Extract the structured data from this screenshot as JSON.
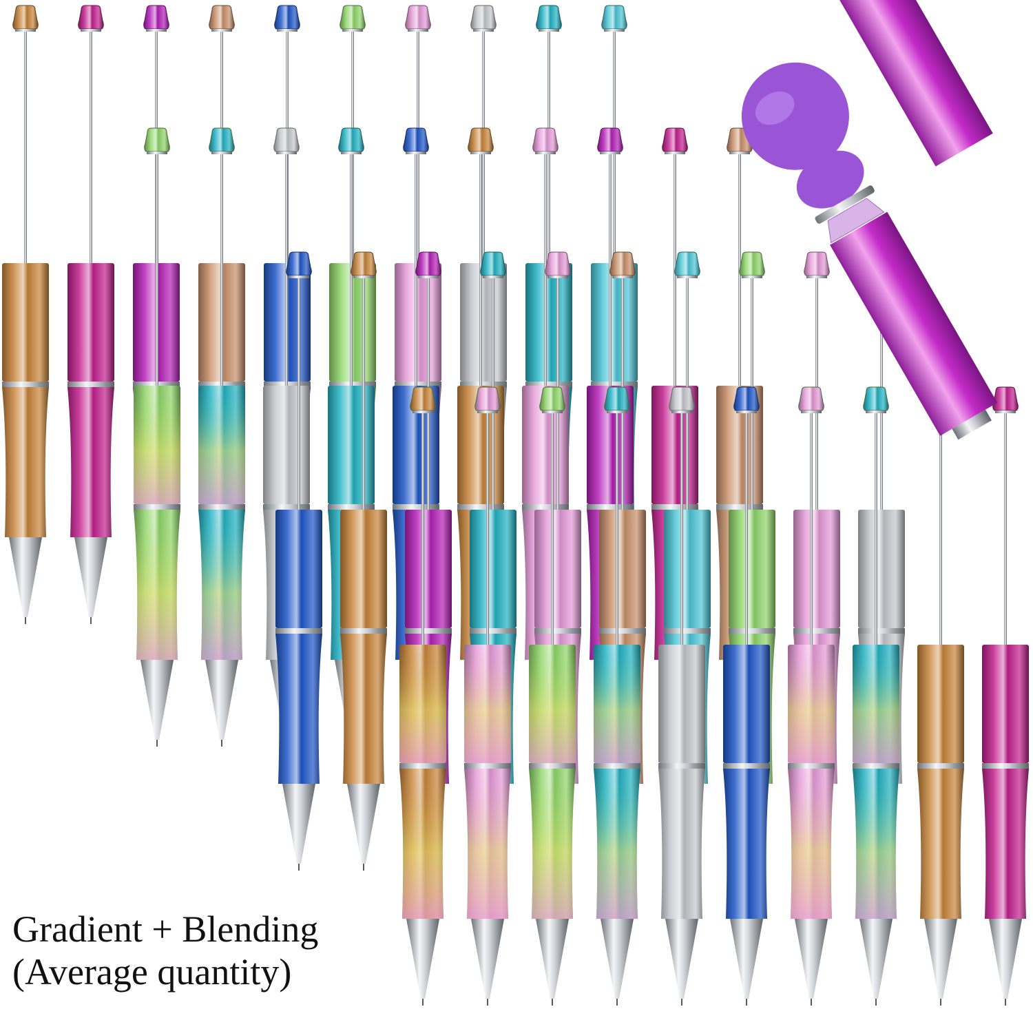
{
  "caption": {
    "line1": "Gradient + Blending",
    "line2": "(Average quantity)"
  },
  "colors": {
    "gold": "#c8843a",
    "magenta": "#c2208e",
    "purple": "#b51fb8",
    "rosegold": "#c9906a",
    "blue": "#1f57c9",
    "green": "#8fd66a",
    "pink": "#e59ad8",
    "silver": "#c4c7cc",
    "teal": "#22b3c4",
    "cyan": "#4cc6d6",
    "grad_a": "#8fd66a",
    "grad_b": "#e8e070",
    "grad_c": "#e5a0c8"
  },
  "rows": [
    [
      "gold",
      "magenta",
      "purple",
      "rosegold",
      "blue",
      "green",
      "pink",
      "silver",
      "teal",
      "cyan"
    ],
    [
      "grad_green",
      "grad_teal",
      "silver",
      "teal",
      "blue",
      "gold",
      "pink",
      "purple",
      "magenta",
      "rosegold"
    ],
    [
      "blue",
      "gold",
      "purple",
      "teal",
      "pink",
      "rosegold",
      "cyan",
      "green",
      "pink",
      "silver"
    ],
    [
      "grad_gold",
      "grad_pink",
      "grad_green",
      "grad_teal",
      "silver",
      "blue",
      "grad_pink",
      "grad_teal",
      "gold",
      "magenta"
    ]
  ],
  "corner_beads": {
    "large_bead_color": "#9a55d6",
    "small_bead_color": "#9a55d6",
    "crystal_color": "#d9b4e6",
    "pen_color": "#c32bc8"
  }
}
